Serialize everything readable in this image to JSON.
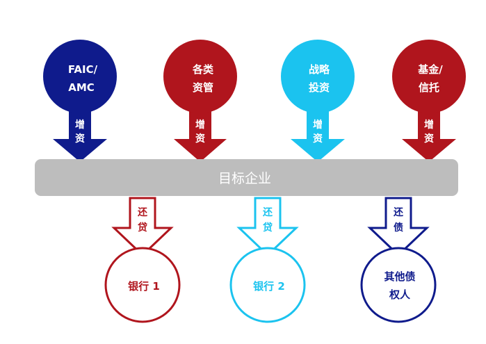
{
  "investors": [
    {
      "line1": "FAIC/",
      "line2": "AMC",
      "arrow_label_1": "增",
      "arrow_label_2": "资",
      "color": "#0f1b8c"
    },
    {
      "line1": "各类",
      "line2": "资管",
      "arrow_label_1": "增",
      "arrow_label_2": "资",
      "color": "#b0151d"
    },
    {
      "line1": "战略",
      "line2": "投资",
      "arrow_label_1": "增",
      "arrow_label_2": "资",
      "color": "#1bc3ef"
    },
    {
      "line1": "基金/",
      "line2": "信托",
      "arrow_label_1": "增",
      "arrow_label_2": "资",
      "color": "#b0151d"
    }
  ],
  "target": {
    "label": "目标企业",
    "color": "#bdbdbd"
  },
  "creditors": [
    {
      "line1": "银行 1",
      "line2": "",
      "arrow_label_1": "还",
      "arrow_label_2": "贷",
      "color": "#b0151d"
    },
    {
      "line1": "银行 2",
      "line2": "",
      "arrow_label_1": "还",
      "arrow_label_2": "贷",
      "color": "#1bc3ef"
    },
    {
      "line1": "其他债",
      "line2": "权人",
      "arrow_label_1": "还",
      "arrow_label_2": "债",
      "color": "#0f1b8c"
    }
  ]
}
